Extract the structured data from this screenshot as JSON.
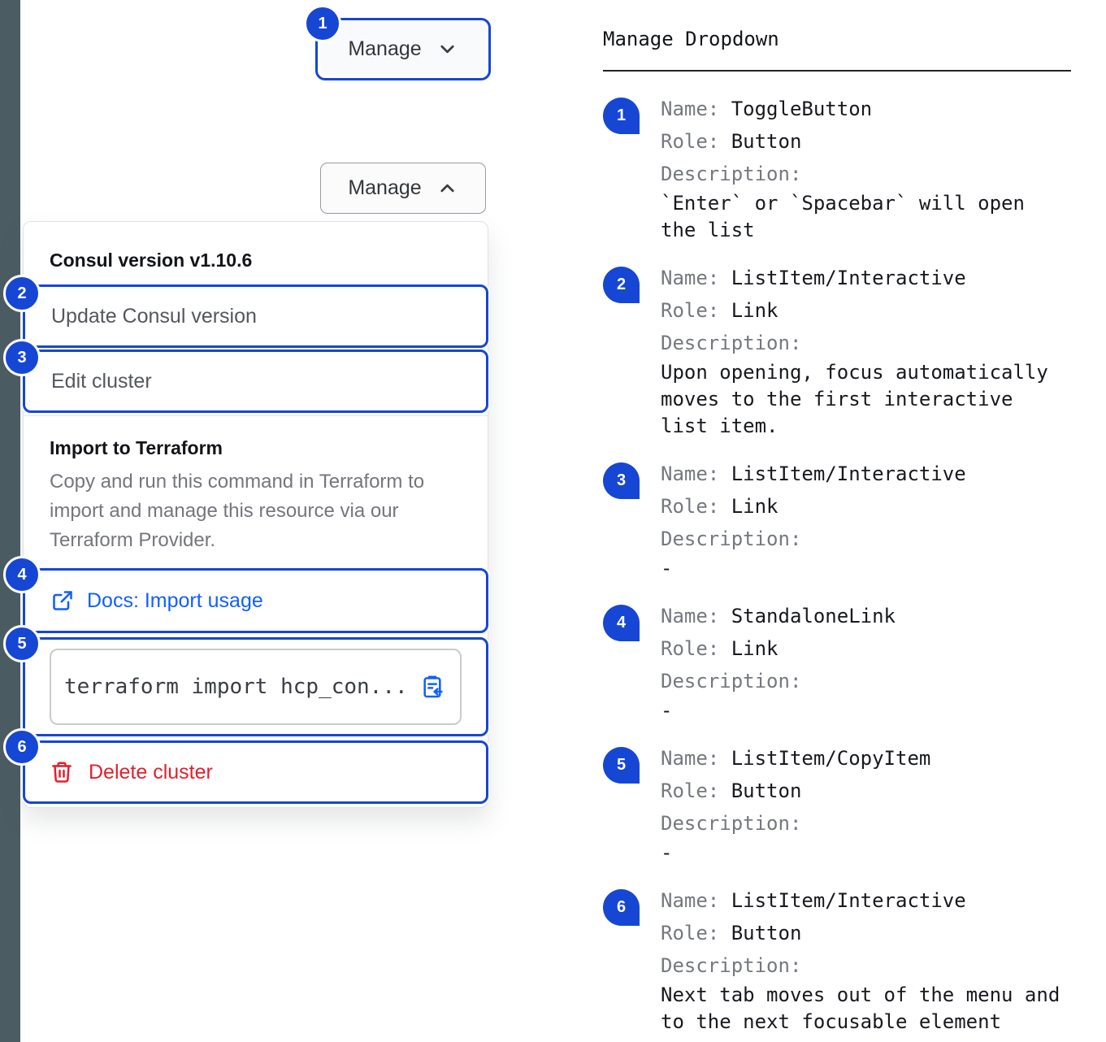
{
  "component": {
    "toggle_button": {
      "badge": "1",
      "label": "Manage"
    },
    "open_toggle": {
      "label": "Manage"
    },
    "menu": {
      "version_label": "Consul version v1.10.6",
      "update_item": {
        "badge": "2",
        "label": "Update Consul version"
      },
      "edit_item": {
        "badge": "3",
        "label": "Edit cluster"
      },
      "import_section": {
        "title": "Import to Terraform",
        "description": "Copy and run this command in Terraform to import and manage this resource via our Terraform Provider.",
        "docs_link": {
          "badge": "4",
          "label": "Docs: Import usage"
        },
        "code_item": {
          "badge": "5",
          "code": "terraform import hcp_con..."
        }
      },
      "delete_item": {
        "badge": "6",
        "label": "Delete cluster"
      }
    }
  },
  "spec_panel": {
    "title": "Manage Dropdown",
    "field_labels": {
      "name": "Name:",
      "role": "Role:",
      "description": "Description:"
    },
    "entries": [
      {
        "badge": "1",
        "name": "ToggleButton",
        "role": "Button",
        "description": "`Enter` or `Spacebar` will open the list"
      },
      {
        "badge": "2",
        "name": "ListItem/Interactive",
        "role": "Link",
        "description": "Upon opening, focus automatically moves to the first interactive list item."
      },
      {
        "badge": "3",
        "name": "ListItem/Interactive",
        "role": "Link",
        "description": "-"
      },
      {
        "badge": "4",
        "name": "StandaloneLink",
        "role": "Link",
        "description": "-"
      },
      {
        "badge": "5",
        "name": "ListItem/CopyItem",
        "role": "Button",
        "description": "-"
      },
      {
        "badge": "6",
        "name": "ListItem/Interactive",
        "role": "Button",
        "description": "Next tab moves out of the menu and to the next focusable element"
      }
    ]
  },
  "colors": {
    "annotation_blue": "#1646d4",
    "link_blue": "#1060ff",
    "critical_red": "#e0212e",
    "sidebar_dark": "#4b5c63"
  }
}
